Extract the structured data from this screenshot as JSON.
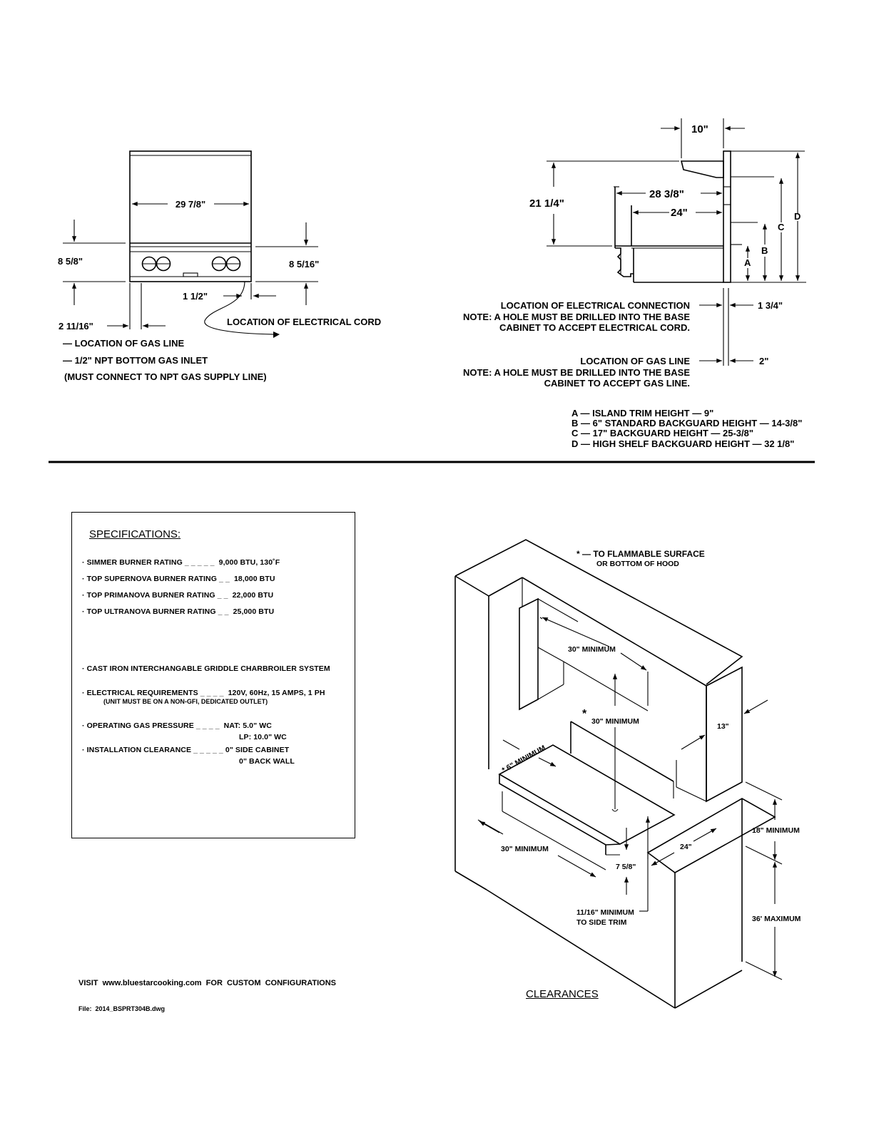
{
  "front_view": {
    "width_dim": "29 7/8\"",
    "left_height": "8 5/8\"",
    "right_height": "8 5/16\"",
    "cord_offset": "1 1/2\"",
    "gas_offset": "2 11/16\"",
    "cord_label": "LOCATION OF ELECTRICAL CORD",
    "gas_note_1": "— LOCATION OF GAS LINE",
    "gas_note_2": "— 1/2\" NPT BOTTOM GAS INLET",
    "gas_note_3": "(MUST CONNECT TO NPT GAS SUPPLY LINE)"
  },
  "side_view": {
    "shelf_depth": "10\"",
    "overall_height": "21 1/4\"",
    "depth_1": "28 3/8\"",
    "depth_2": "24\"",
    "label_a": "A",
    "label_b": "B",
    "label_c": "C",
    "label_d": "D",
    "elec_loc": "LOCATION OF ELECTRICAL CONNECTION",
    "elec_dim": "1 3/4\"",
    "elec_note_1": "NOTE:  A HOLE MUST BE DRILLED INTO THE BASE",
    "elec_note_2": "CABINET TO ACCEPT ELECTRICAL CORD.",
    "gas_loc": "LOCATION OF GAS LINE",
    "gas_dim": "2\"",
    "gas_note_1": "NOTE:  A HOLE MUST BE DRILLED INTO THE BASE",
    "gas_note_2": "CABINET TO ACCEPT GAS LINE.",
    "legend": [
      "A — ISLAND TRIM HEIGHT — 9\"",
      "B — 6\" STANDARD BACKGUARD HEIGHT — 14-3/8\"",
      "C — 17\" BACKGUARD HEIGHT — 25-3/8\"",
      "D — HIGH SHELF BACKGUARD HEIGHT — 32 1/8\""
    ]
  },
  "specifications": {
    "title": "SPECIFICATIONS:",
    "lines": [
      "· SIMMER BURNER RATING _ _ _ _ _  9,000 BTU, 130˚F",
      "· TOP SUPERNOVA BURNER RATING _ _  18,000 BTU",
      "· TOP PRIMANOVA BURNER RATING _ _  22,000 BTU",
      "· TOP ULTRANOVA BURNER RATING _ _  25,000 BTU",
      "· CAST IRON INTERCHANGABLE GRIDDLE CHARBROILER SYSTEM",
      "· ELECTRICAL REQUIREMENTS _ _ _ _  120V, 60Hz, 15 AMPS, 1 PH",
      "· OPERATING GAS PRESSURE _ _ _ _  NAT: 5.0\" WC",
      "LP: 10.0\" WC",
      "· INSTALLATION CLEARANCE _ _ _ _ _ 0\" SIDE CABINET",
      "0\" BACK WALL"
    ],
    "elec_sub": "(UNIT MUST BE ON A NON-GFI, DEDICATED OUTLET)"
  },
  "footer": {
    "visit": "VISIT  www.bluestarcooking.com  FOR  CUSTOM  CONFIGURATIONS",
    "file": "File:  2014_BSPRT304B.dwg"
  },
  "clearances": {
    "title": "CLEARANCES",
    "note_1": "* — TO FLAMMABLE SURFACE",
    "note_2": "OR BOTTOM OF HOOD",
    "hood_width": "30\" MINIMUM",
    "above_cooktop": "30\" MINIMUM",
    "star": "*",
    "side_back": "* 6\" MINIMUM",
    "depth_13": "13\"",
    "counter_width": "30\" MINIMUM",
    "counter_depth": "24\"",
    "trim": "7 5/8\"",
    "side_trim_1": "11/16\" MINIMUM",
    "side_trim_2": "TO SIDE TRIM",
    "upper": "18\" MINIMUM",
    "lower": "36' MAXIMUM"
  }
}
